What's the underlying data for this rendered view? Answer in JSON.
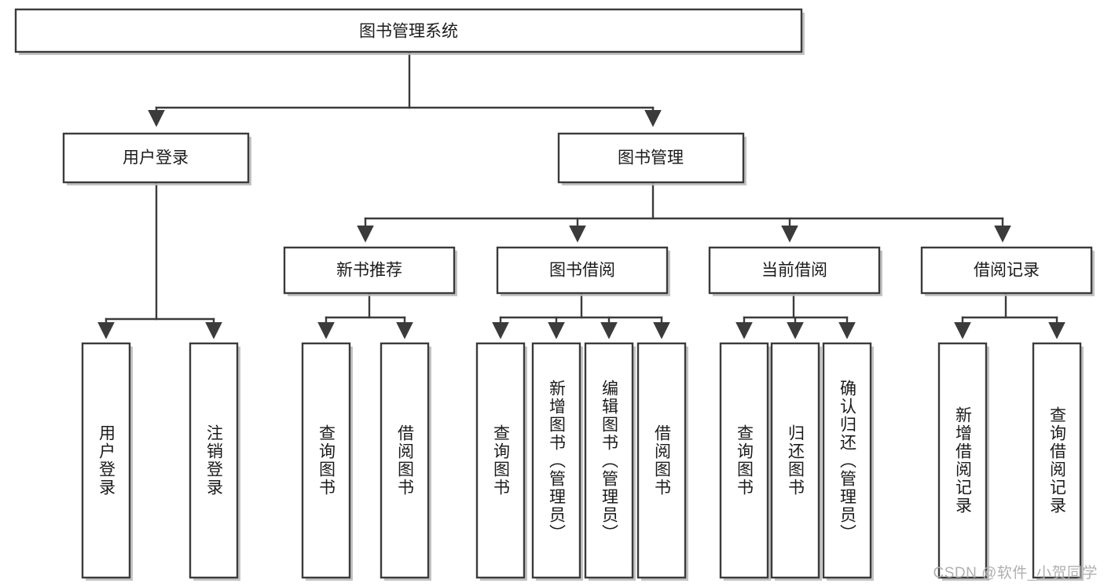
{
  "diagram": {
    "title": "图书管理系统",
    "type": "hierarchy-tree",
    "watermark": "CSDN @软件_小贺同学",
    "colors": {
      "stroke": "#3b3b3b",
      "fill": "#ffffff",
      "text": "#1b1b1b",
      "shadow": "#b9b9b9",
      "watermark": "#b0b0b0"
    },
    "root": {
      "label": "图书管理系统"
    },
    "level2": [
      {
        "label": "用户登录"
      },
      {
        "label": "图书管理"
      }
    ],
    "level3": [
      {
        "label": "新书推荐"
      },
      {
        "label": "图书借阅"
      },
      {
        "label": "当前借阅"
      },
      {
        "label": "借阅记录"
      }
    ],
    "leaves": {
      "user_login": [
        {
          "label": "用户登录"
        },
        {
          "label": "注销登录"
        }
      ],
      "new_book_rec": [
        {
          "label": "查询图书"
        },
        {
          "label": "借阅图书"
        }
      ],
      "book_borrow": [
        {
          "label": "查询图书"
        },
        {
          "label": "新增图书（管理员）"
        },
        {
          "label": "编辑图书（管理员）"
        },
        {
          "label": "借阅图书"
        }
      ],
      "current_borrow": [
        {
          "label": "查询图书"
        },
        {
          "label": "归还图书"
        },
        {
          "label": "确认归还（管理员）"
        }
      ],
      "borrow_record": [
        {
          "label": "新增借阅记录"
        },
        {
          "label": "查询借阅记录"
        }
      ]
    }
  }
}
